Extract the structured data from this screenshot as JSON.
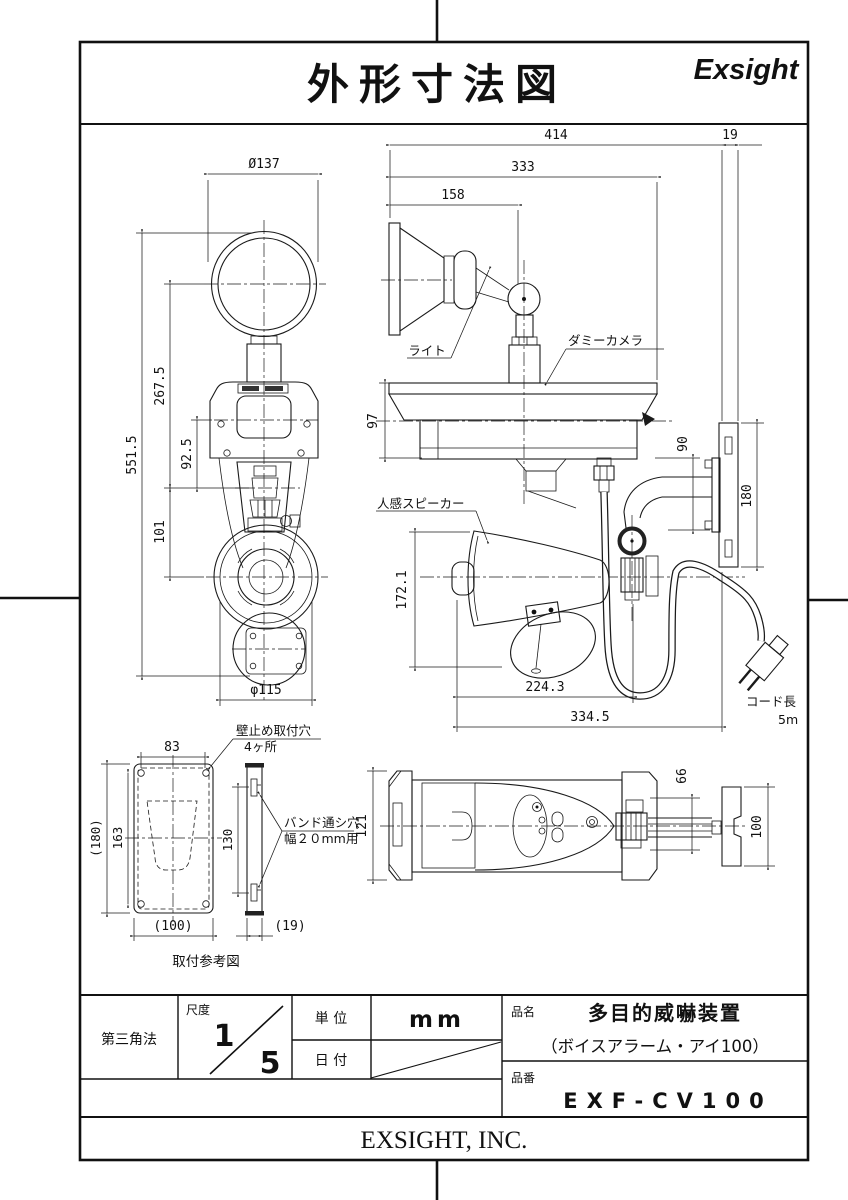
{
  "meta": {
    "title": "外形寸法図",
    "logo": "Exsight",
    "company": "EXSIGHT, INC."
  },
  "title_block": {
    "projection": "第三角法",
    "scale_label": "尺度",
    "scale_num": "1",
    "scale_den": "5",
    "unit_label": "単 位",
    "unit_value": "mm",
    "date_label": "日 付",
    "name_label": "品名",
    "name_line1": "多目的威嚇装置",
    "name_line2": "（ボイスアラーム・アイ100）",
    "code_label": "品番",
    "code_value": "EXF-CV100"
  },
  "labels": {
    "light": "ライト",
    "dummy_camera": "ダミーカメラ",
    "sensor_speaker": "人感スピーカー",
    "wall_hole_1": "壁止め取付穴",
    "wall_hole_2": "4ヶ所",
    "band_hole_1": "バンド通シ穴",
    "band_hole_2": "幅２０mm用",
    "mount_ref": "取付参考図",
    "cord_1": "コード長",
    "cord_2": "5m"
  },
  "dims": {
    "front": {
      "dia_top": "Ø137",
      "overall_h": "551.5",
      "h1": "267.5",
      "h2": "92.5",
      "h3": "101",
      "dia_bottom": "φ115"
    },
    "side_top": {
      "w_overall": "414",
      "wall_t": "19",
      "w_plate": "333",
      "w_horn": "158",
      "h_base": "97",
      "h_arm": "90",
      "h_plate": "180"
    },
    "side_bottom": {
      "h_speaker": "172.1",
      "w1": "224.3",
      "w2": "334.5"
    },
    "plate": {
      "hole_span_w": "83",
      "plate_h": "(180)",
      "hole_span_h": "163",
      "slot_span": "130",
      "plate_w": "(100)",
      "plate_t": "(19)"
    },
    "top_view": {
      "body_w": "121",
      "arm_h": "66",
      "plate_w": "100"
    }
  }
}
